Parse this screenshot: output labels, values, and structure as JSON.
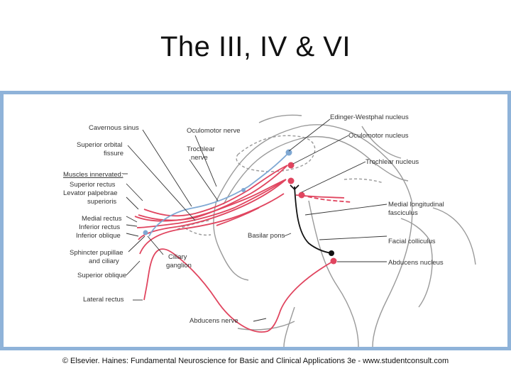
{
  "slide": {
    "title": "The III, IV & VI"
  },
  "figure": {
    "labels": {
      "cavernous_sinus": "Cavernous sinus",
      "superior_orbital_fissure_1": "Superior orbital",
      "superior_orbital_fissure_2": "fissure",
      "oculomotor_nerve": "Oculomotor nerve",
      "trochlear_nerve_1": "Trochlear",
      "trochlear_nerve_2": "nerve",
      "muscles_innervated": "Muscles innervated:",
      "superior_rectus": "Superior rectus",
      "levator_1": "Levator palpebrae",
      "levator_2": "superioris",
      "medial_rectus": "Medial rectus",
      "inferior_rectus": "Inferior rectus",
      "inferior_oblique": "Inferior oblique",
      "sphincter_1": "Sphincter pupillae",
      "sphincter_2": "and ciliary",
      "ciliary_ganglion_1": "Ciliary",
      "ciliary_ganglion_2": "ganglion",
      "superior_oblique": "Superior oblique",
      "lateral_rectus": "Lateral rectus",
      "abducens_nerve": "Abducens nerve",
      "edinger_westphal": "Edinger-Westphal nucleus",
      "oculomotor_nucleus": "Oculomotor nucleus",
      "trochlear_nucleus": "Trochlear nucleus",
      "mlf_1": "Medial longitudinal",
      "mlf_2": "fasciculus",
      "basilar_pons": "Basilar pons",
      "facial_colliculus": "Facial colliculus",
      "abducens_nucleus": "Abducens nucleus"
    },
    "colors": {
      "nerve_red": "#e0455f",
      "nerve_blue": "#7fa8d3",
      "outline_gray": "#9a9a9a",
      "leader_line": "#333333",
      "frame": "#8fb3d9"
    }
  },
  "credit": "© Elsevier. Haines: Fundamental Neuroscience for Basic and Clinical Applications 3e - www.studentconsult.com"
}
